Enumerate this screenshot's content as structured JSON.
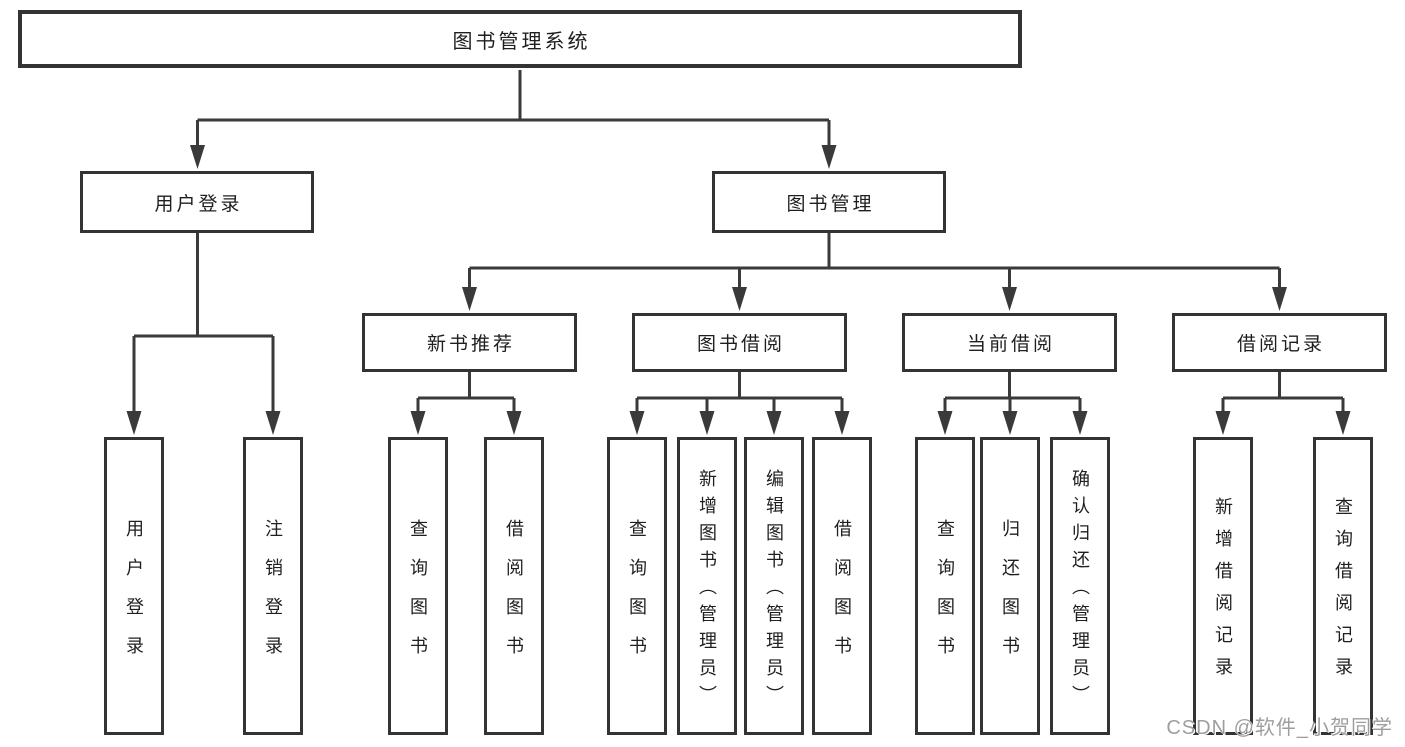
{
  "tree": {
    "label": "图书管理系统",
    "children": [
      {
        "label": "用户登录",
        "children": [
          {
            "label": "用户登录"
          },
          {
            "label": "注销登录"
          }
        ]
      },
      {
        "label": "图书管理",
        "children": [
          {
            "label": "新书推荐",
            "children": [
              {
                "label": "查询图书"
              },
              {
                "label": "借阅图书"
              }
            ]
          },
          {
            "label": "图书借阅",
            "children": [
              {
                "label": "查询图书"
              },
              {
                "label": "新增图书（管理员）"
              },
              {
                "label": "编辑图书（管理员）"
              },
              {
                "label": "借阅图书"
              }
            ]
          },
          {
            "label": "当前借阅",
            "children": [
              {
                "label": "查询图书"
              },
              {
                "label": "归还图书"
              },
              {
                "label": "确认归还（管理员）"
              }
            ]
          },
          {
            "label": "借阅记录",
            "children": [
              {
                "label": "新增借阅记录"
              },
              {
                "label": "查询借阅记录"
              }
            ]
          }
        ]
      }
    ]
  },
  "watermark": {
    "text": "CSDN @软件_小贺同学",
    "color": "#9e9e9e"
  },
  "colors": {
    "line": "#3a3a3a",
    "border": "#333333",
    "text": "#1f1f1f",
    "background": "#ffffff"
  }
}
